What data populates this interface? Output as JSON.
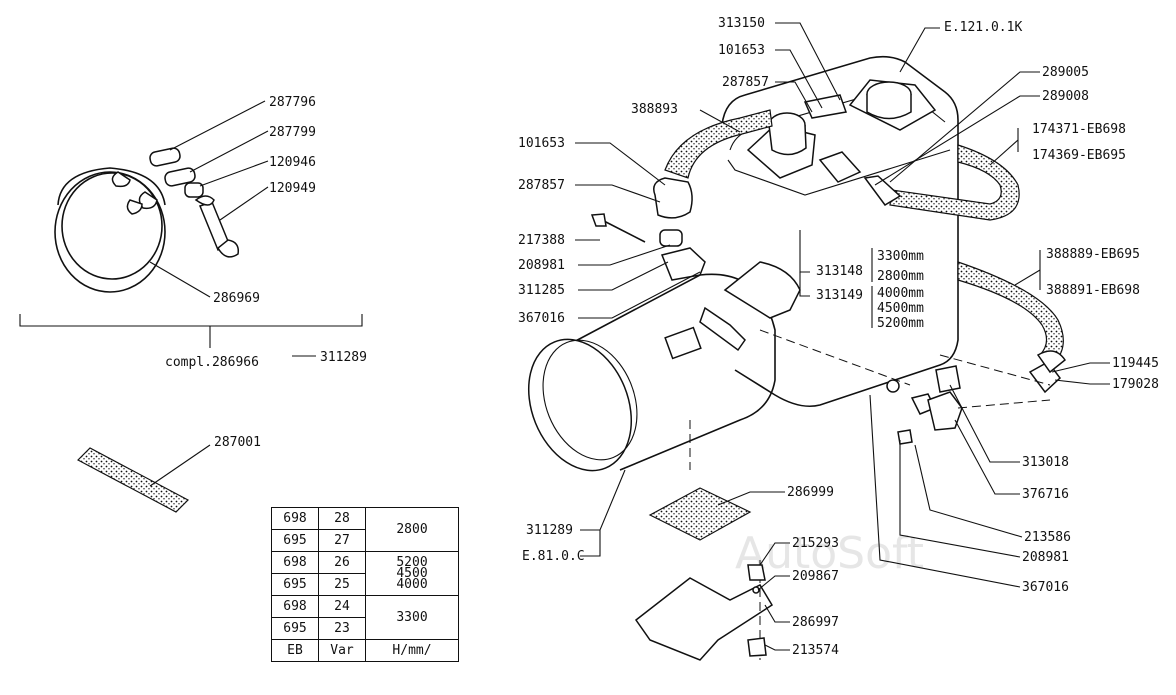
{
  "labels": {
    "p287796": "287796",
    "p287799": "287799",
    "p120946": "120946",
    "p120949": "120949",
    "p286969": "286969",
    "compl": "compl.286966",
    "p311289_left": "311289",
    "p287001": "287001",
    "p313150": "313150",
    "p101653_top": "101653",
    "p287857_top": "287857",
    "p388893": "388893",
    "p101653": "101653",
    "p287857": "287857",
    "p217388": "217388",
    "p208981": "208981",
    "p311285": "311285",
    "p367016": "367016",
    "e1210": "E.121.0.1K",
    "p289005": "289005",
    "p289008": "289008",
    "p174371": "174371-EB698",
    "p174369": "174369-EB695",
    "p313148": "313148",
    "p313149": "313149",
    "len_3300": "3300mm",
    "len_2800": "2800mm",
    "len_4000": "4000mm",
    "len_4500": "4500mm",
    "len_5200": "5200mm",
    "p388889": "388889-EB695",
    "p388891": "388891-EB698",
    "p119445": "119445",
    "p179028": "179028",
    "p313018": "313018",
    "p376716": "376716",
    "p213586": "213586",
    "p208981_r": "208981",
    "p367016_r": "367016",
    "p286999": "286999",
    "p215293": "215293",
    "p209867": "209867",
    "p286997": "286997",
    "p213574": "213574",
    "p311289": "311289",
    "e810": "E.81.0.C",
    "watermark": "AutoSoft"
  },
  "variant_table": {
    "rows": [
      {
        "eb": "698",
        "var": "28",
        "h": "2800"
      },
      {
        "eb": "695",
        "var": "27",
        "h": ""
      },
      {
        "eb": "698",
        "var": "26",
        "h": "5200"
      },
      {
        "eb": "695",
        "var": "25",
        "h": ""
      },
      {
        "eb": "698",
        "var": "24",
        "h": "3300"
      },
      {
        "eb": "695",
        "var": "23",
        "h": ""
      }
    ],
    "h_extra_1": "4500",
    "h_extra_2": "4000",
    "header": {
      "eb": "EB",
      "var": "Var",
      "h": "H/mm/"
    }
  }
}
